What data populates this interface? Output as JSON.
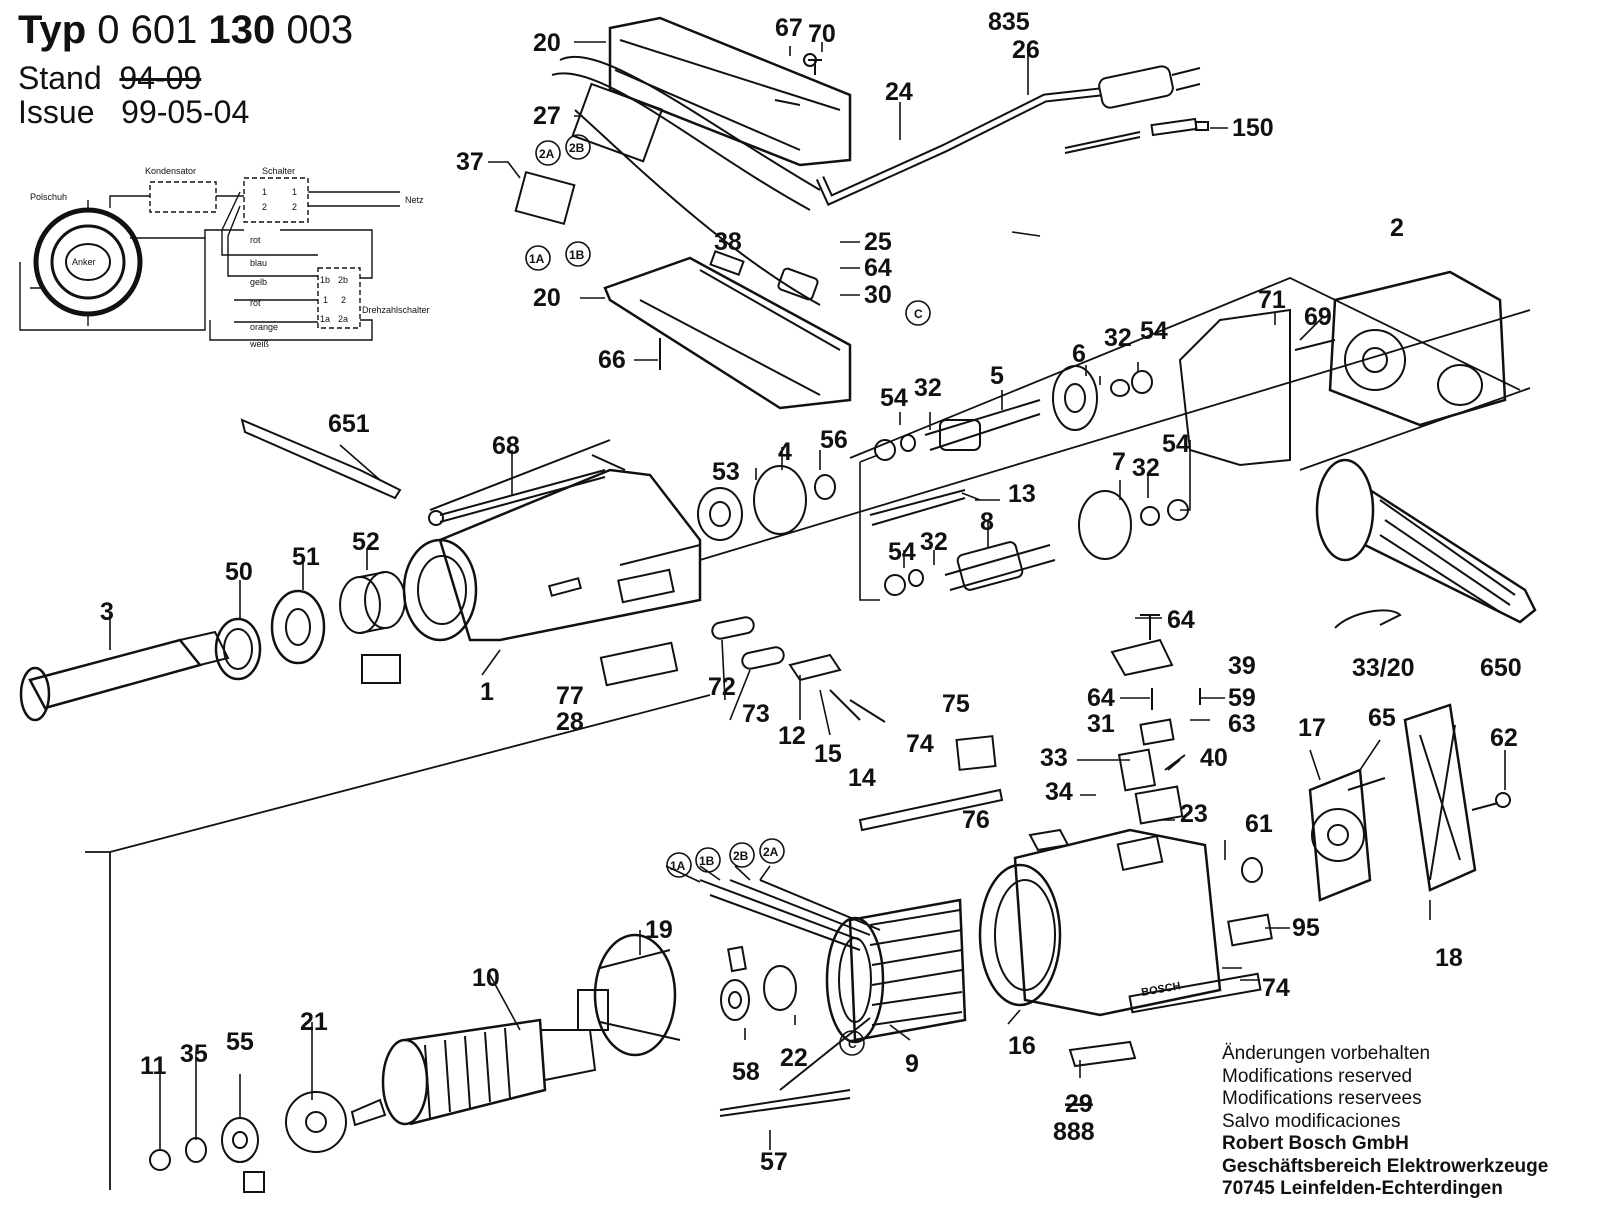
{
  "header": {
    "typ_prefix": "Typ",
    "typ_part1": "0 601",
    "typ_part2": "130",
    "typ_part3": "003",
    "stand_label": "Stand",
    "stand_value": "94-09",
    "issue_label": "Issue",
    "issue_value": "99-05-04"
  },
  "wiring": {
    "kondensator": "Kondensator",
    "schalter": "Schalter",
    "polschuh": "Polschuh",
    "anker": "Anker",
    "netz": "Netz",
    "drehzahlschalter": "Drehzahlschalter",
    "wires": [
      "rot",
      "blau",
      "gelb",
      "rot",
      "orange",
      "weiß"
    ],
    "terminals": [
      "1",
      "1",
      "2",
      "2",
      "1b",
      "2b",
      "1",
      "2",
      "1a",
      "2a"
    ]
  },
  "parts": {
    "p1": "1",
    "p2": "2",
    "p3": "3",
    "p4": "4",
    "p5": "5",
    "p6": "6",
    "p7": "7",
    "p8": "8",
    "p9": "9",
    "p10": "10",
    "p11": "11",
    "p12": "12",
    "p13": "13",
    "p14": "14",
    "p15": "15",
    "p16": "16",
    "p17": "17",
    "p18": "18",
    "p19": "19",
    "p20a": "20",
    "p20b": "20",
    "p21": "21",
    "p22": "22",
    "p23": "23",
    "p24": "24",
    "p25": "25",
    "p26": "26",
    "p27": "27",
    "p28": "28",
    "p29": "29",
    "p30": "30",
    "p31": "31",
    "p32a": "32",
    "p32b": "32",
    "p32c": "32",
    "p32d": "32",
    "p33": "33",
    "p3320": "33/20",
    "p34": "34",
    "p35": "35",
    "p37": "37",
    "p38": "38",
    "p39": "39",
    "p40": "40",
    "p50": "50",
    "p51": "51",
    "p52": "52",
    "p53": "53",
    "p54a": "54",
    "p54b": "54",
    "p54c": "54",
    "p54d": "54",
    "p55": "55",
    "p56": "56",
    "p57": "57",
    "p58": "58",
    "p59": "59",
    "p61": "61",
    "p62": "62",
    "p63": "63",
    "p64a": "64",
    "p64b": "64",
    "p64c": "64",
    "p65": "65",
    "p66": "66",
    "p67": "67",
    "p68": "68",
    "p69": "69",
    "p70": "70",
    "p71": "71",
    "p72": "72",
    "p73": "73",
    "p74a": "74",
    "p74b": "74",
    "p75": "75",
    "p76": "76",
    "p77": "77",
    "p95": "95",
    "p150": "150",
    "p650": "650",
    "p651": "651",
    "p835": "835",
    "p888": "888",
    "c1A": "1A",
    "c1B": "1B",
    "c2A": "2A",
    "c2B": "2B",
    "c1Ab": "1A",
    "c1Bb": "1B",
    "c2Bb": "2B",
    "c2Ab": "2A",
    "cC1": "C",
    "cC2": "C"
  },
  "brand_plate": "BOSCH",
  "notice": {
    "l1": "Änderungen vorbehalten",
    "l2": "Modifications reserved",
    "l3": "Modifications reservees",
    "l4": "Salvo modificaciones",
    "l5": "Robert Bosch GmbH",
    "l6": "Geschäftsbereich Elektrowerkzeuge",
    "l7": "70745 Leinfelden-Echterdingen"
  }
}
